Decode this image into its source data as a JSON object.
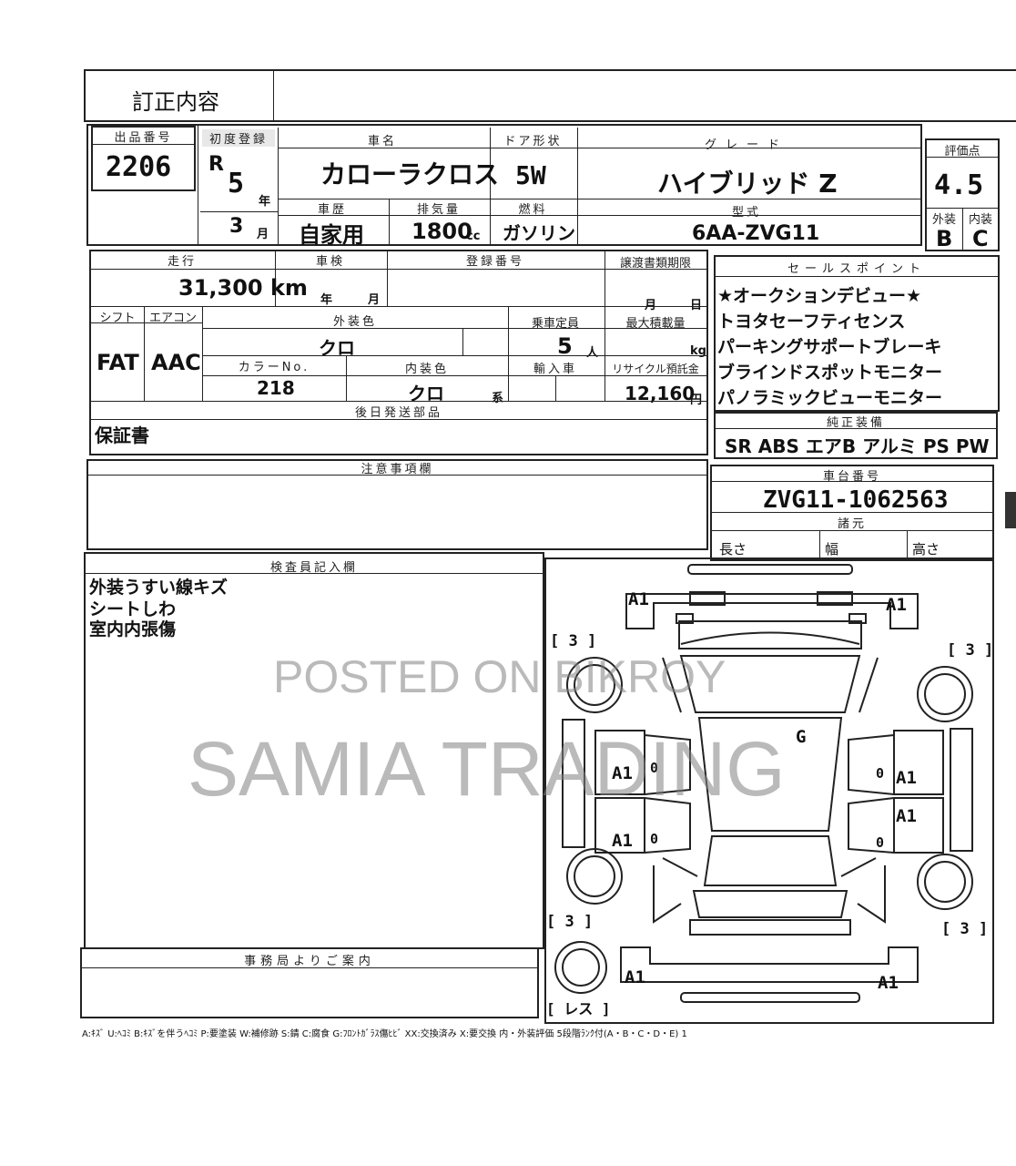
{
  "header": {
    "correction_label": "訂正内容"
  },
  "lot": {
    "label": "出品番号",
    "value": "2206"
  },
  "first_reg": {
    "label": "初度登録",
    "era": "R",
    "year_value": "5",
    "year_unit": "年",
    "month_value": "3",
    "month_unit": "月"
  },
  "car_name": {
    "label": "車名",
    "value": "カローラクロス"
  },
  "door": {
    "label": "ドア形状",
    "value": "5W"
  },
  "grade": {
    "label": "グレード",
    "value": "ハイブリッド Z"
  },
  "score": {
    "label": "評価点",
    "value": "4.5",
    "exterior_label": "外装",
    "interior_label": "内装",
    "exterior_value": "B",
    "interior_value": "C"
  },
  "usage": {
    "label": "車歴",
    "value": "自家用"
  },
  "displacement": {
    "label": "排気量",
    "value": "1800",
    "unit": "cc"
  },
  "fuel": {
    "label": "燃料",
    "value": "ガソリン"
  },
  "model": {
    "label": "型式",
    "value": "6AA-ZVG11"
  },
  "mileage": {
    "label": "走行",
    "value": "31,300 km"
  },
  "inspection": {
    "label": "車検",
    "year_unit": "年",
    "month_unit": "月"
  },
  "registration": {
    "label": "登録番号"
  },
  "transfer_deadline": {
    "label": "譲渡書類期限",
    "month_unit": "月",
    "day_unit": "日"
  },
  "shift": {
    "label": "シフト",
    "value": "FAT"
  },
  "aircon": {
    "label": "エアコン",
    "value": "AAC"
  },
  "exterior_color": {
    "label": "外装色",
    "value": "クロ"
  },
  "capacity": {
    "label": "乗車定員",
    "value": "5",
    "unit": "人"
  },
  "max_load": {
    "label": "最大積載量",
    "unit": "kg"
  },
  "color_no": {
    "label": "カラーNo.",
    "value": "218"
  },
  "interior_color": {
    "label": "内装色",
    "value": "クロ",
    "unit": "系"
  },
  "import": {
    "label": "輸入車"
  },
  "recycle": {
    "label": "リサイクル預託金",
    "value": "12,160",
    "unit": "円"
  },
  "later_parts": {
    "label": "後日発送部品",
    "value": "保証書"
  },
  "notes": {
    "label": "注意事項欄"
  },
  "sales_points": {
    "label": "セールスポイント",
    "items": [
      "★オークションデビュー★",
      "トヨタセーフティセンス",
      "パーキングサポートブレーキ",
      "ブラインドスポットモニター",
      "パノラミックビューモニター"
    ]
  },
  "genuine_equipment": {
    "label": "純正装備",
    "value": "SR ABS エアB アルミ PS PW"
  },
  "chassis": {
    "label": "車台番号",
    "value": "ZVG11-1062563"
  },
  "dimensions": {
    "label": "諸元",
    "length": "長さ",
    "width": "幅",
    "height": "高さ"
  },
  "inspector": {
    "label": "検査員記入欄",
    "lines": [
      "外装うすい線キズ",
      "シートしわ",
      "室内内張傷"
    ]
  },
  "office": {
    "label": "事務局よりご案内"
  },
  "diagram": {
    "marks": {
      "a1": "A1",
      "tire": "[ 3 ]",
      "g": "G",
      "zero": "0",
      "spare": "[ レス ]"
    }
  },
  "legend": "A:ｷｽﾞ U:ﾍｺﾐ B:ｷｽﾞを伴うﾍｺﾐ P:要塗装 W:補修跡 S:錆 C:腐食 G:ﾌﾛﾝﾄｶﾞﾗｽ傷ﾋﾋﾞ XX:交換済み X:要交換 内・外装評価 5段階ﾗﾝｸ付(A・B・C・D・E) 1",
  "watermark": {
    "line1": "POSTED ON BIKROY",
    "line2": "SAMIA TRADING"
  }
}
